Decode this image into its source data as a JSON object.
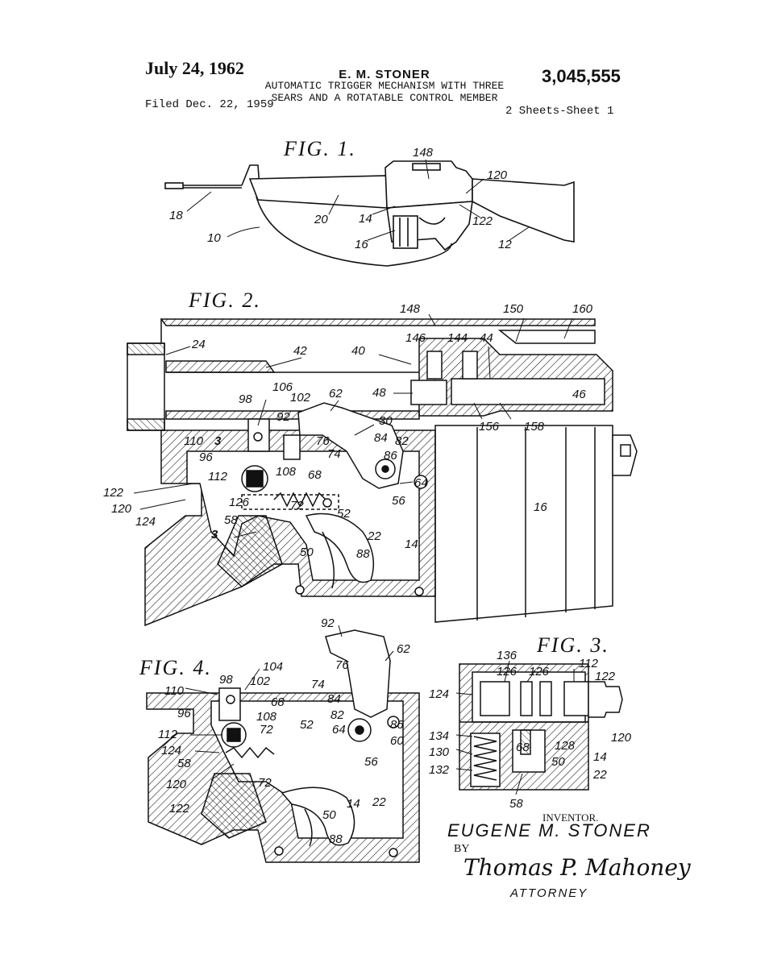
{
  "header": {
    "date": "July 24, 1962",
    "inventor": "E. M. STONER",
    "patent_number": "3,045,555",
    "title_line1": "AUTOMATIC TRIGGER MECHANISM WITH THREE",
    "title_line2": "SEARS AND A ROTATABLE CONTROL MEMBER",
    "filed": "Filed Dec. 22, 1959",
    "sheets": "2 Sheets-Sheet 1"
  },
  "figures": {
    "fig1": {
      "label": "FIG. 1.",
      "refs": [
        "148",
        "120",
        "18",
        "20",
        "14",
        "122",
        "10",
        "16",
        "12"
      ]
    },
    "fig2": {
      "label": "FIG. 2.",
      "refs": [
        "148",
        "150",
        "160",
        "24",
        "42",
        "40",
        "146",
        "144",
        "44",
        "48",
        "46",
        "98",
        "106",
        "102",
        "62",
        "92",
        "30",
        "156",
        "158",
        "110",
        "3",
        "96",
        "76",
        "84",
        "82",
        "86",
        "74",
        "108",
        "68",
        "112",
        "126",
        "64",
        "122",
        "120",
        "124",
        "72",
        "52",
        "56",
        "16",
        "58",
        "3",
        "22",
        "14",
        "50",
        "88"
      ]
    },
    "fig3": {
      "label": "FIG. 3.",
      "refs": [
        "136",
        "126",
        "126",
        "112",
        "122",
        "124",
        "134",
        "130",
        "132",
        "68",
        "128",
        "50",
        "14",
        "22",
        "58",
        "120"
      ]
    },
    "fig4": {
      "label": "FIG. 4.",
      "refs": [
        "92",
        "62",
        "104",
        "76",
        "98",
        "102",
        "110",
        "74",
        "68",
        "96",
        "108",
        "84",
        "82",
        "86",
        "72",
        "52",
        "64",
        "60",
        "112",
        "124",
        "58",
        "56",
        "120",
        "72",
        "14",
        "22",
        "122",
        "50",
        "88"
      ]
    }
  },
  "signature": {
    "inventor_caption": "INVENTOR.",
    "inventor_name": "EUGENE M. STONER",
    "by": "BY",
    "attorney_signature": "Thomas P. Mahoney",
    "attorney_caption": "ATTORNEY"
  }
}
